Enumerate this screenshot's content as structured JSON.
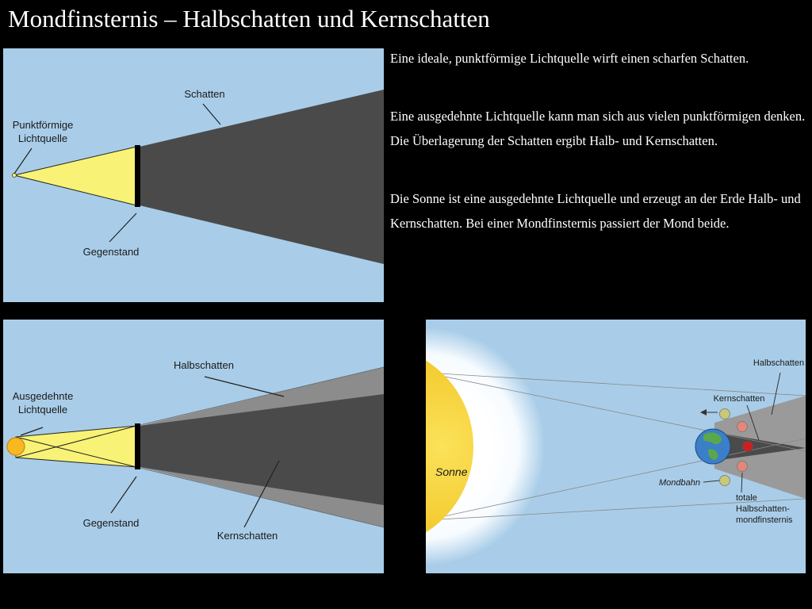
{
  "title": "Mondfinsternis – Halbschatten und Kernschatten",
  "paragraphs": [
    "Eine ideale, punktförmige Lichtquelle wirft einen scharfen Schatten.",
    "Eine ausgedehnte Lichtquelle kann man sich aus vielen punktförmigen denken. Die Überlagerung der Schatten ergibt Halb- und Kernschatten.",
    "Die Sonne ist eine ausgedehnte Lichtquelle und erzeugt an der Erde Halb- und Kernschatten. Bei einer Mondfinsternis passiert der Mond beide."
  ],
  "diagram_point": {
    "label_source_line1": "Punktförmige",
    "label_source_line2": "Lichtquelle",
    "label_shadow": "Schatten",
    "label_object": "Gegenstand"
  },
  "diagram_extended": {
    "label_source_line1": "Ausgedehnte",
    "label_source_line2": "Lichtquelle",
    "label_penumbra": "Halbschatten",
    "label_object": "Gegenstand",
    "label_umbra": "Kernschatten"
  },
  "diagram_eclipse": {
    "label_sun": "Sonne",
    "label_penumbra": "Halbschatten",
    "label_umbra": "Kernschatten",
    "label_orbit": "Mondbahn",
    "label_total_line1": "totale",
    "label_total_line2": "Halbschatten-",
    "label_total_line3": "mondfinsternis"
  },
  "colors": {
    "background": "#000000",
    "sky": "#a9cde8",
    "light": "#f8f276",
    "umbra": "#4a4a4a",
    "penumbra": "#8c8c8c",
    "sun": "#f7d43a"
  }
}
